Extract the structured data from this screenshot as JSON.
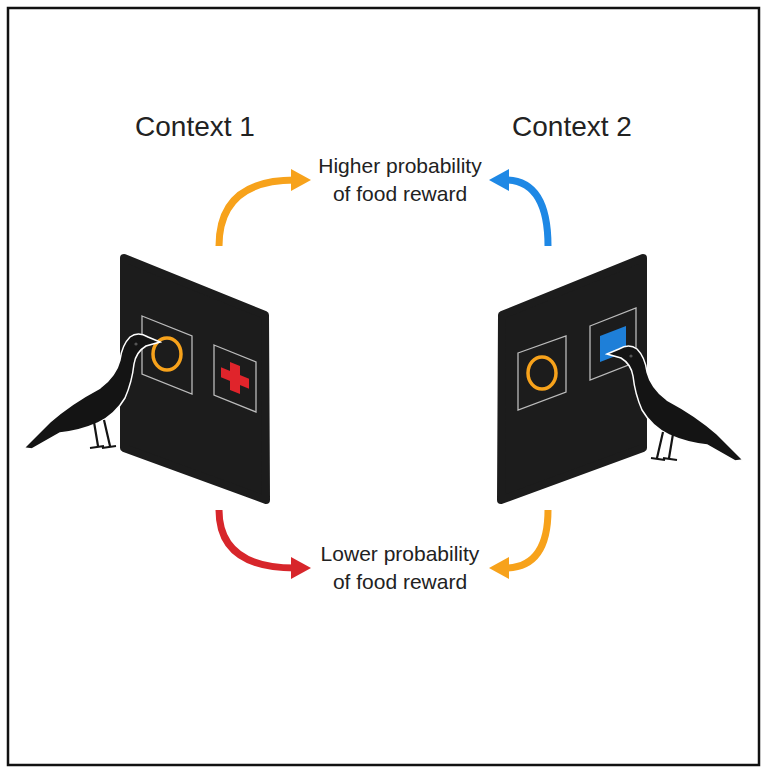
{
  "diagram": {
    "nodes": [
      {
        "text": [
          "Context 1"
        ]
      },
      {
        "text": [
          "Higher probability of food reward"
        ]
      },
      {
        "text": [
          "Context 2"
        ]
      },
      {
        "text": [
          "Lower probability of food reward"
        ]
      }
    ],
    "edges": [
      {
        "from": 0,
        "to": 1,
        "arrow": "to"
      },
      {
        "from": 2,
        "to": 1,
        "arrow": "to"
      },
      {
        "from": 0,
        "to": 3,
        "arrow": "to"
      },
      {
        "from": 2,
        "to": 3,
        "arrow": "to"
      }
    ]
  }
}
